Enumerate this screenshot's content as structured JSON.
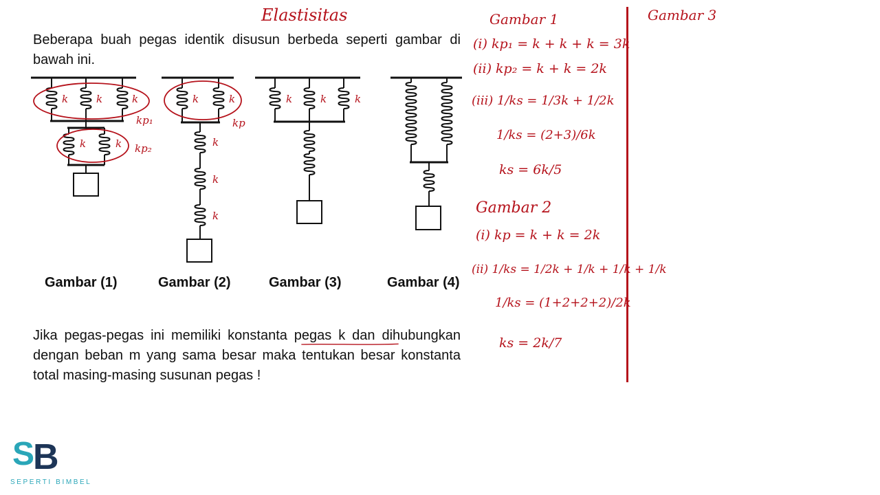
{
  "title_handwritten": "Elastisitas",
  "problem": {
    "intro": "Beberapa buah pegas identik disusun berbeda seperti gambar di bawah ini.",
    "question": "Jika pegas-pegas ini memiliki konstanta pegas k dan dihubungkan dengan beban m yang sama besar maka tentukan besar konstanta total masing-masing susunan pegas !"
  },
  "figures": {
    "captions": [
      "Gambar (1)",
      "Gambar (2)",
      "Gambar (3)",
      "Gambar (4)"
    ],
    "annotations": {
      "k": "k",
      "kp1": "kp₁",
      "kp2": "kp₂",
      "kp": "kp"
    }
  },
  "notes": {
    "g1_heading": "Gambar 1",
    "g1_line1": "(i) kp₁ = k + k + k = 3k",
    "g1_line2": "(ii) kp₂ = k + k = 2k",
    "g1_line3_lhs": "(iii) 1/ks = 1/3k + 1/2k",
    "g1_line4": "1/ks = (2+3)/6k",
    "g1_line5": "ks = 6k/5",
    "g2_heading": "Gambar 2",
    "g2_line1": "(i) kp = k + k = 2k",
    "g2_line2": "(ii) 1/ks = 1/2k + 1/k + 1/k + 1/k",
    "g2_line3": "1/ks = (1+2+2+2)/2k",
    "g2_line4": "ks = 2k/7",
    "g3_heading": "Gambar 3"
  },
  "brand": {
    "logo_letters": "SB",
    "name": "SEPERTI BIMBEL"
  },
  "colors": {
    "ink_red": "#b5121b",
    "text": "#111111",
    "brand_dark": "#1d3557",
    "brand_teal": "#2aa6b8"
  }
}
